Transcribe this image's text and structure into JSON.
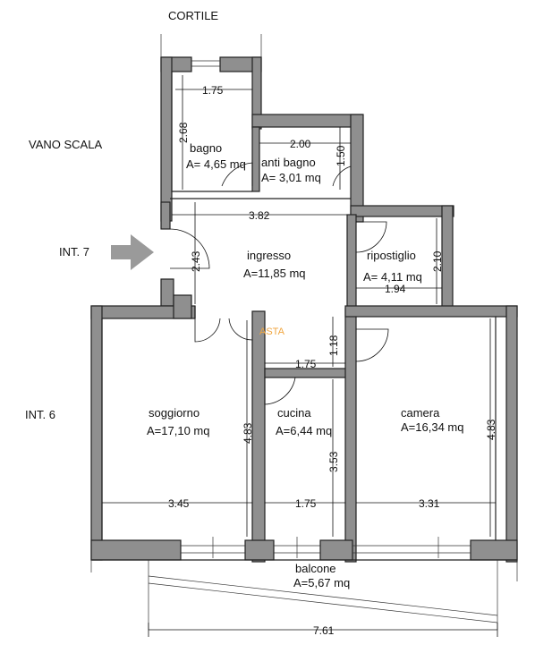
{
  "labels": {
    "cortile": "CORTILE",
    "vano_scala": "VANO SCALA",
    "int7": "INT. 7",
    "int6": "INT. 6",
    "watermark": "ASTA"
  },
  "rooms": {
    "bagno": {
      "name": "bagno",
      "area": "A= 4,65 mq"
    },
    "anti_bagno": {
      "name": "anti bagno",
      "area": "A= 3,01 mq"
    },
    "ingresso": {
      "name": "ingresso",
      "area": "A=11,85 mq"
    },
    "ripostiglio": {
      "name": "ripostiglio",
      "area": "A= 4,11 mq"
    },
    "soggiorno": {
      "name": "soggiorno",
      "area": "A=17,10 mq"
    },
    "cucina": {
      "name": "cucina",
      "area": "A=6,44 mq"
    },
    "camera": {
      "name": "camera",
      "area": "A=16,34 mq"
    },
    "balcone": {
      "name": "balcone",
      "area": "A=5,67 mq"
    }
  },
  "dimensions": {
    "bagno_w": "1.75",
    "bagno_h": "2.68",
    "anti_w": "2.00",
    "anti_h": "1.50",
    "ingresso_w": "3.82",
    "ingresso_h": "2.43",
    "rip_h": "2.10",
    "rip_w": "1.94",
    "corr_w": "1.75",
    "corr_h": "1.18",
    "sog_h": "4.83",
    "cuc_h": "3.53",
    "cam_h": "4.83",
    "sog_w": "3.45",
    "cuc_w": "1.75",
    "cam_w": "3.31",
    "total_w": "7.61"
  },
  "colors": {
    "wall": "#8f8f8f",
    "arrow": "#9a9a9a",
    "watermark": "#f0a640"
  }
}
